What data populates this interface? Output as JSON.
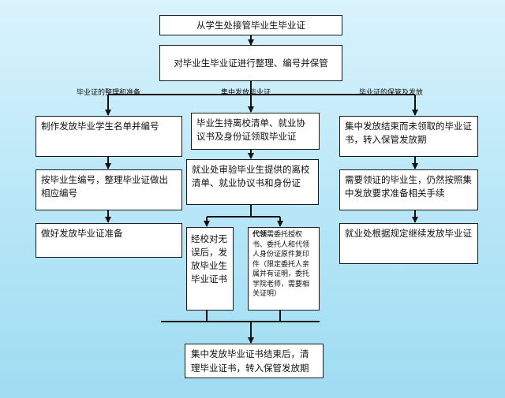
{
  "nodes": {
    "receive": "从学生处接管毕业生毕业证",
    "organize": "对毕业生毕业证进行整理、编号并保管",
    "make_list": "制作发放毕业学生名单并编号",
    "number": "按毕业生编号，整理毕业证做出相应编号",
    "prepare": "做好发放毕业证准备",
    "bring_docs": "毕业生持离校清单、就业协议书及身份证领取毕业证",
    "verify": "就业处审验毕业生提供的离校清单、就业协议书和身份证",
    "issue": "经校对无误后，发放毕业生毕业证书",
    "proxy_lead": "代领",
    "proxy_rest": "需委托授权书、委托人和代领人身份证原件复印件（限定委托人亲属并有证明，委托学院老师，需要相关证明）",
    "unclaimed": "集中发放结束而未领取的毕业证书，转入保管发放期",
    "later_claim": "需要领证的毕业生，仍然按照集中发放要求准备相关手续",
    "continue": "就业处根据规定继续发放毕业证",
    "final": "集中发放毕业证书结束后，清理毕业证书，转入保管发放期"
  },
  "branch_labels": {
    "left": "毕业证的整理和准备",
    "middle": "集中发放毕业证",
    "right": "毕业证的保管及发放"
  }
}
